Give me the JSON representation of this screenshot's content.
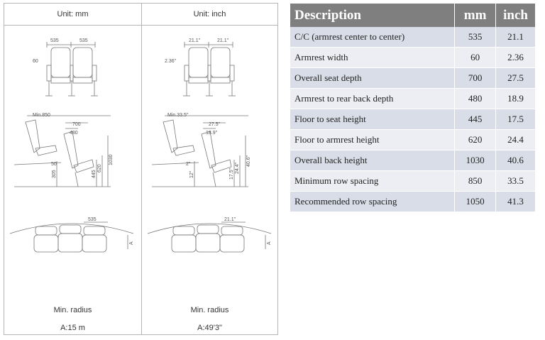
{
  "drawing": {
    "left": {
      "unit_header": "Unit: mm",
      "front_view": {
        "cc": "535",
        "cc2": "535",
        "armrest": "60"
      },
      "side_view": {
        "min_row": "Min.850",
        "rec_row": "700",
        "rear_depth": "480",
        "armrest_height": "50",
        "floor_offset": "305",
        "seat_h": "445",
        "arm_h": "620",
        "back_h": "1030"
      },
      "plan_view": {
        "cc": "535",
        "a_label": "A"
      },
      "radius_label": "Min. radius",
      "radius_value": "A:15 m"
    },
    "right": {
      "unit_header": "Unit: inch",
      "front_view": {
        "cc": "21.1\"",
        "cc2": "21.1\"",
        "armrest": "2.36\""
      },
      "side_view": {
        "min_row": "Min.33.5\"",
        "rec_row": "27.5\"",
        "rear_depth": "18.9\"",
        "armrest_height": "2\"",
        "floor_offset": "12\"",
        "seat_h": "17.5\"",
        "arm_h": "24.4\"",
        "back_h": "40.6\""
      },
      "plan_view": {
        "cc": "21.1\"",
        "a_label": "A"
      },
      "radius_label": "Min. radius",
      "radius_value": "A:49'3\""
    }
  },
  "table": {
    "headers": {
      "description": "Description",
      "mm": "mm",
      "inch": "inch"
    },
    "rows": [
      {
        "description": "C/C (armrest center to center)",
        "mm": "535",
        "inch": "21.1"
      },
      {
        "description": "Armrest width",
        "mm": "60",
        "inch": "2.36"
      },
      {
        "description": "Overall  seat  depth",
        "mm": "700",
        "inch": "27.5"
      },
      {
        "description": "Armrest to rear back depth",
        "mm": "480",
        "inch": "18.9"
      },
      {
        "description": "Floor to seat height",
        "mm": "445",
        "inch": "17.5"
      },
      {
        "description": "Floor to armrest height",
        "mm": "620",
        "inch": "24.4"
      },
      {
        "description": "Overall back height",
        "mm": "1030",
        "inch": "40.6"
      },
      {
        "description": "Minimum row spacing",
        "mm": "850",
        "inch": "33.5"
      },
      {
        "description": "Recommended row spacing",
        "mm": "1050",
        "inch": "41.3"
      }
    ]
  }
}
